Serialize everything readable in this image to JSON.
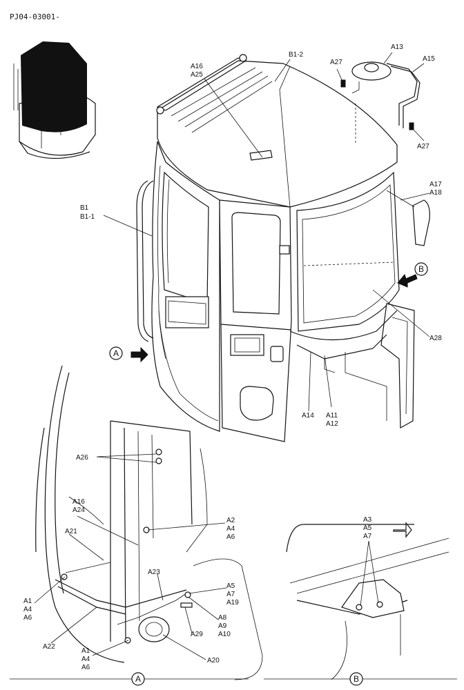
{
  "header": {
    "drawing_id": "PJ04-03001-"
  },
  "callouts": {
    "b1_2": "B1-2",
    "a16_a25": [
      "A16",
      "A25"
    ],
    "a27_top": "A27",
    "a13": "A13",
    "a15": "A15",
    "a27_right": "A27",
    "a17_a18": [
      "A17",
      "A18"
    ],
    "b1_b1_1": [
      "B1",
      "B1-1"
    ],
    "view_b_marker": "B",
    "view_a_marker": "A",
    "a28": "A28",
    "a14": "A14",
    "a11_a12": [
      "A11",
      "A12"
    ],
    "a26": "A26",
    "a16_a24": [
      "A16",
      "A24"
    ],
    "a2_a4_a6": [
      "A2",
      "A4",
      "A6"
    ],
    "a21": "A21",
    "a23": "A23",
    "a5_a7_a19": [
      "A5",
      "A7",
      "A19"
    ],
    "a1_a4_a6_upper": [
      "A1",
      "A4",
      "A6"
    ],
    "a8_a9_a10": [
      "A8",
      "A9",
      "A10"
    ],
    "a22": "A22",
    "a29": "A29",
    "a1_a4_a6_lower": [
      "A1",
      "A4",
      "A6"
    ],
    "a20": "A20",
    "a3_a5_a7": [
      "A3",
      "A5",
      "A7"
    ]
  },
  "detail_views": {
    "a": {
      "label": "A"
    },
    "b": {
      "label": "B"
    }
  }
}
